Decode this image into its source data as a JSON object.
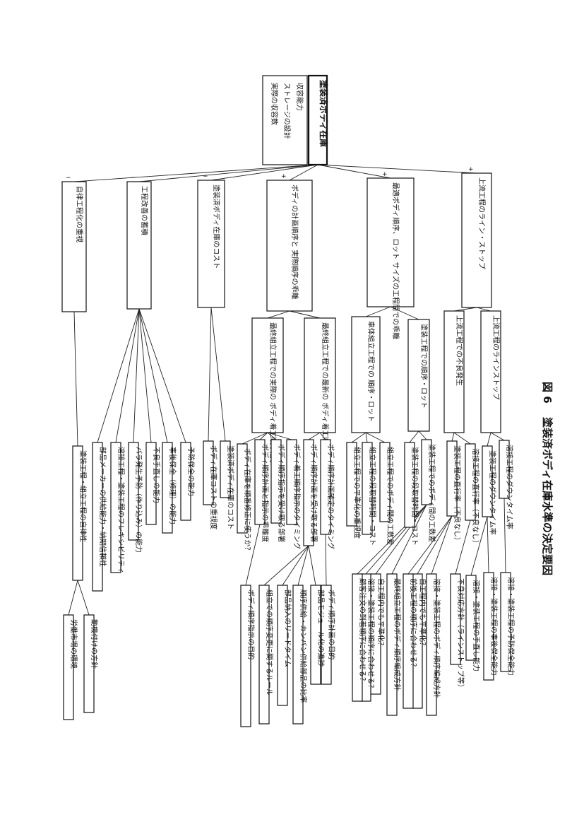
{
  "figure": {
    "number": "図 6",
    "title": "塗装済ボディ在庫水準の決定要因"
  },
  "root": {
    "label": "塗装済ボディ在庫",
    "notes": [
      "収容能力",
      "ストレージの設計",
      "実際の収容数"
    ]
  },
  "level1": [
    {
      "label": "上流工程のライン・ストップ",
      "sign": "+"
    },
    {
      "label": "最適ボディ順序、ロット サイズの工程間での乖離",
      "sign": "+"
    },
    {
      "label": "ボディの計画順序と 実際順序の乖離",
      "sign": "+"
    },
    {
      "label": "塗装済ボディ在庫のコスト",
      "sign": "−"
    },
    {
      "label": "工程改善の蓄積",
      "sign": "−"
    },
    {
      "label": "自律工程化の重視",
      "sign": "−"
    }
  ],
  "level2": [
    {
      "label": "上流工程のラインストップ"
    },
    {
      "label": "上流工程での不良発生"
    },
    {
      "label": "塗装工程での順序・ロット"
    },
    {
      "label": "車体組立工程での 順序・ロット"
    },
    {
      "label": "最終組立工程での最新の ボディ着工順序計画"
    },
    {
      "label": "最終組立工程での実際の ボディ着工順序指示"
    }
  ],
  "level3": [
    {
      "label": "溶接工程のダウンタイム率"
    },
    {
      "label": "塗装工程のダウンタイム率"
    },
    {
      "label": "溶接工程の直行率（不良なし）"
    },
    {
      "label": "塗装工程の直行率（不良なし）"
    },
    {
      "label": "塗装工程でのボディ間の工数差"
    },
    {
      "label": "塗装工程の段取替時間・コスト"
    },
    {
      "label": "組立工程でのボディ間の工数差"
    },
    {
      "label": "組立工程の段取替時間・コスト"
    },
    {
      "label": "組立工程での平準化の重視度"
    },
    {
      "label": "ボディ順序計画確定のタイミング"
    },
    {
      "label": "ボディ順序計画を受け取る部署"
    },
    {
      "label": "ボディ着工順序指示のタイミング"
    },
    {
      "label": "ボディ順序指示を受け取る部署"
    },
    {
      "label": "ボディ順序計画と指示の乖離度"
    },
    {
      "label": "ボディ在庫を順番修正に使うか？"
    },
    {
      "label": "塗装済ボディ在庫のコスト"
    },
    {
      "label": "ボディ在庫コストの重視度"
    },
    {
      "label": "予防保全の能力"
    },
    {
      "label": "事後保全（修理）の能力"
    },
    {
      "label": "不良手直しの能力"
    },
    {
      "label": "バラ発生予防（作り込み）の能力"
    },
    {
      "label": "溶接工程・塗装工程のフレキシビリティ"
    },
    {
      "label": "部品メーカーの供給能力・納期信頼性"
    },
    {
      "label": "塗装工程・組立工程の自律性"
    }
  ],
  "level4": [
    {
      "label": "溶接・塗装工程の予防保全能力"
    },
    {
      "label": "溶接・塗装工程の事後保全能力"
    },
    {
      "label": "溶接・塗装工程の手直し能力"
    },
    {
      "label": "不良対応方針（ラインストップ等）"
    },
    {
      "label": "溶接・塗装工程のボディ順序編成方針"
    },
    {
      "label": "自工程内でも平準化？"
    },
    {
      "label": "前後工程の順序に合わせる？"
    },
    {
      "label": "最終組立工程のボディ順序編成方針"
    },
    {
      "label": "自工程内でも平準化？"
    },
    {
      "label": "溶接・塗装工程の順序に合わせる？"
    },
    {
      "label": "顧客注文の到着順序に合わせる？"
    },
    {
      "label": "ボディ順序計画の目的"
    },
    {
      "label": "部品モジュール化の進捗"
    },
    {
      "label": "順序供給・カンバン供給部品の比率"
    },
    {
      "label": "部品納入のリードタイム"
    },
    {
      "label": "組立での順序変更に関するルール"
    },
    {
      "label": "ボディ順序指示の目的"
    }
  ],
  "level5": [
    {
      "label": "動機付けの方針"
    },
    {
      "label": "労働市場の環境"
    }
  ]
}
